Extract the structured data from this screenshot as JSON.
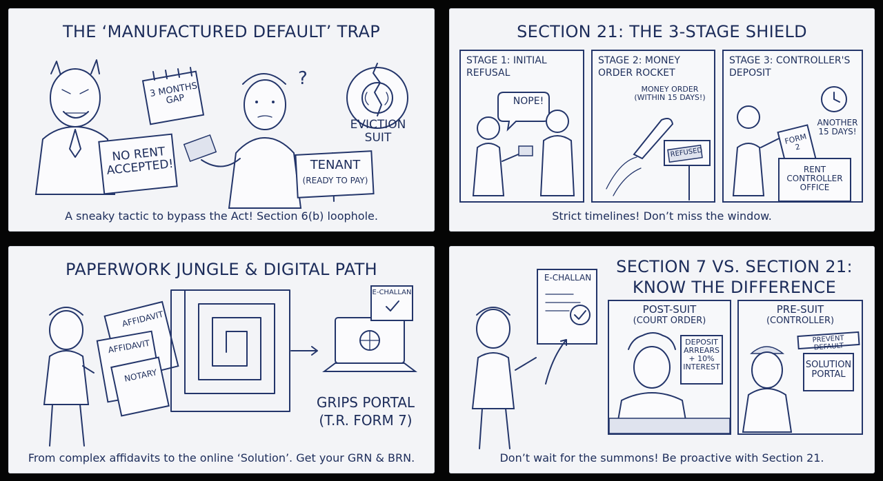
{
  "panel1": {
    "title": "THE ‘MANUFACTURED DEFAULT’ TRAP",
    "calendar": "3 MONTHS GAP",
    "sign_no_rent": "NO RENT ACCEPTED!",
    "gear_label": "EVICTION SUIT",
    "tenant_sign_title": "TENANT",
    "tenant_sign_sub": "(READY TO PAY)",
    "caption": "A sneaky tactic to bypass the Act! Section 6(b) loophole."
  },
  "panel2": {
    "title": "SECTION 21: THE 3-STAGE SHIELD",
    "stage1": {
      "title": "STAGE 1: INITIAL REFUSAL",
      "bubble": "NOPE!"
    },
    "stage2": {
      "title": "STAGE 2: MONEY ORDER ROCKET",
      "note": "MONEY ORDER (WITHIN 15 DAYS!)",
      "stamp": "REFUSED"
    },
    "stage3": {
      "title": "STAGE 3: CONTROLLER'S DEPOSIT",
      "note": "ANOTHER 15 DAYS!",
      "form": "FORM 2",
      "box": "RENT CONTROLLER OFFICE"
    },
    "caption": "Strict timelines! Don’t miss the window."
  },
  "panel3": {
    "title": "PAPERWORK JUNGLE & DIGITAL PATH",
    "doc1": "AFFIDAVIT",
    "doc2": "AFFIDAVIT",
    "doc3": "NOTARY",
    "echallan": "E-CHALLAN",
    "portal": "GRIPS PORTAL",
    "portal_sub": "(T.R. FORM 7)",
    "caption": "From complex affidavits to the online ‘Solution’. Get your GRN & BRN."
  },
  "panel4": {
    "title_line1": "SECTION 7 VS. SECTION 21:",
    "title_line2": "KNOW THE DIFFERENCE",
    "echallan": "E-CHALLAN",
    "post": {
      "title": "POST-SUIT",
      "sub": "(COURT ORDER)",
      "sign": "DEPOSIT ARREARS + 10% INTEREST"
    },
    "pre": {
      "title": "PRE-SUIT",
      "sub": "(CONTROLLER)",
      "badge": "PREVENT DEFAULT",
      "sign": "SOLUTION PORTAL"
    },
    "caption": "Don’t wait for the summons! Be proactive with Section 21."
  }
}
